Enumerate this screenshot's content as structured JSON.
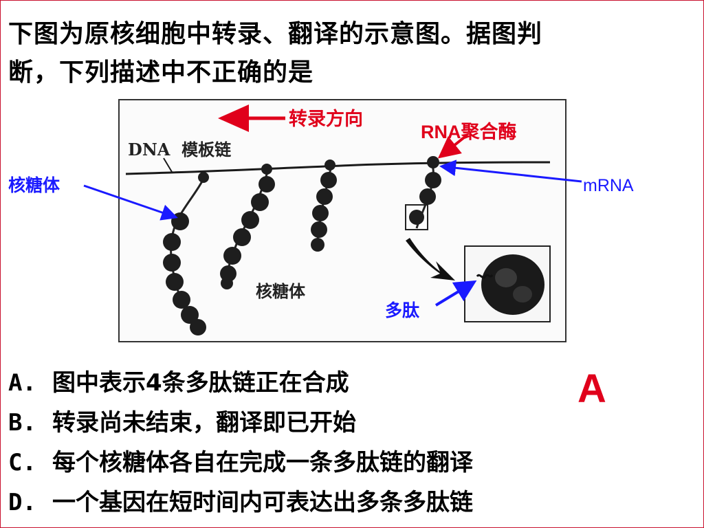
{
  "question": {
    "line1": "下图为原核细胞中转录、翻译的示意图。据图判",
    "line2": "断，下列描述中不正确的是"
  },
  "diagram": {
    "transcription_direction": "转录方向",
    "rna_polymerase": "RNA聚合酶",
    "ribosome_left": "核糖体",
    "mrna": "mRNA",
    "dna_template": "DNA  模板链",
    "ribosome_printed": "核糖体",
    "polypeptide": "多肽",
    "colors": {
      "red": "#e0001b",
      "blue": "#1a1aff",
      "ink": "#1a1a1a"
    }
  },
  "options": [
    {
      "letter": "A.",
      "text": "图中表示4条多肽链正在合成"
    },
    {
      "letter": "B.",
      "text": "转录尚未结束，翻译即已开始"
    },
    {
      "letter": "C.",
      "text": "每个核糖体各自在完成一条多肽链的翻译"
    },
    {
      "letter": "D.",
      "text": "一个基因在短时间内可表达出多条多肽链"
    }
  ],
  "answer": "A"
}
